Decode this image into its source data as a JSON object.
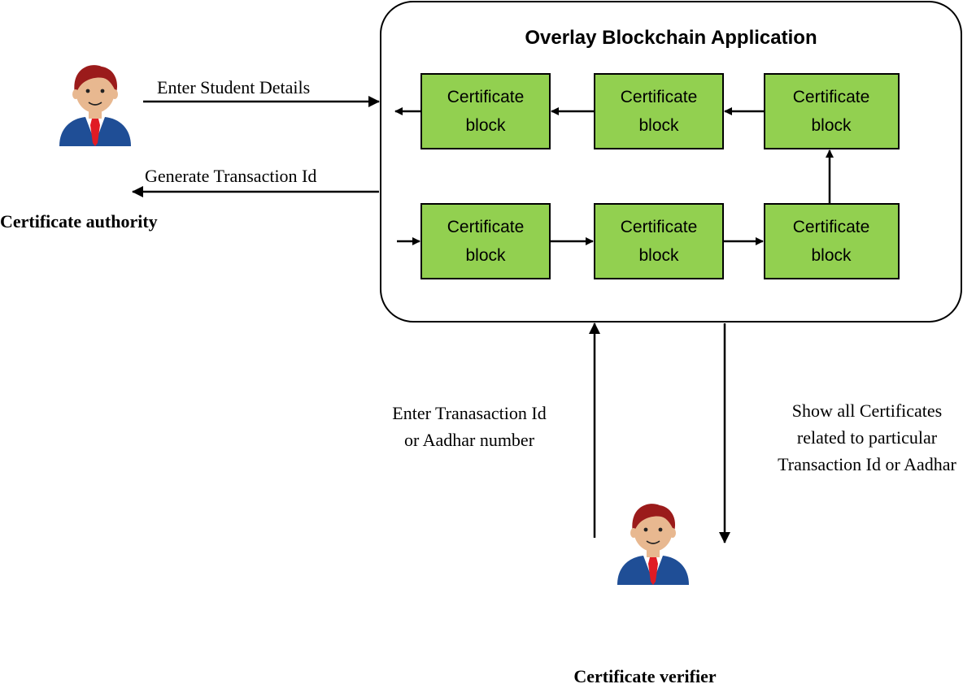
{
  "app": {
    "title": "Overlay Blockchain Application",
    "block_label_line1": "Certificate",
    "block_label_line2": "block"
  },
  "authority": {
    "label": "Certificate authority",
    "arrow_in_label": "Enter Student Details",
    "arrow_out_label": "Generate Transaction Id"
  },
  "verifier": {
    "label": "Certificate verifier",
    "arrow_up_label_line1": "Enter Tranasaction Id",
    "arrow_up_label_line2": "or Aadhar number",
    "arrow_down_label_line1": "Show all Certificates",
    "arrow_down_label_line2": "related to particular",
    "arrow_down_label_line3": "Transaction Id or Aadhar"
  },
  "colors": {
    "block_fill": "#92d050",
    "skin": "#e8b890",
    "hair": "#9b1b1b",
    "suit": "#1f4e96",
    "tie": "#e01b24"
  }
}
